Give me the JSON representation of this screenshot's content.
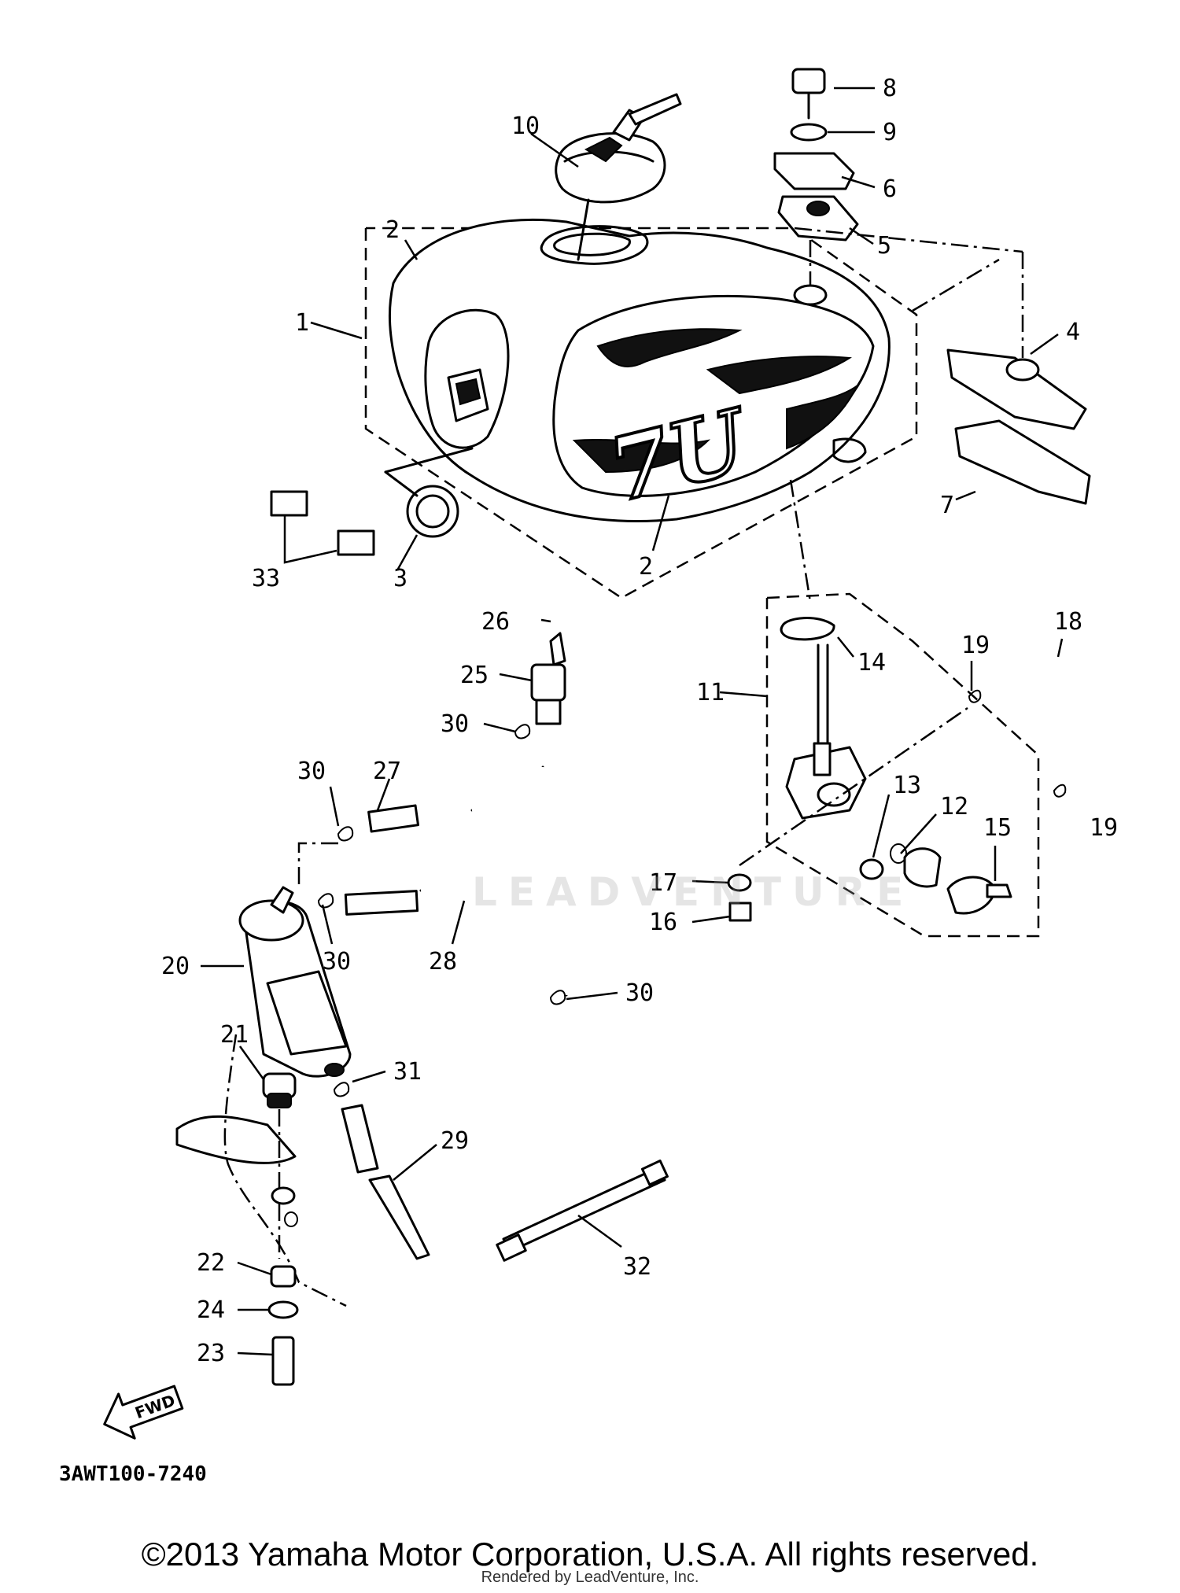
{
  "diagram": {
    "reference_code": "3AWT100-7240",
    "direction_marker": "FWD",
    "labels": [
      "1",
      "2",
      "2",
      "3",
      "4",
      "5",
      "6",
      "7",
      "8",
      "9",
      "10",
      "11",
      "12",
      "13",
      "14",
      "15",
      "16",
      "17",
      "18",
      "19",
      "19",
      "20",
      "21",
      "22",
      "23",
      "24",
      "25",
      "26",
      "27",
      "28",
      "29",
      "30",
      "30",
      "30",
      "30",
      "31",
      "32",
      "33"
    ]
  },
  "watermark": {
    "text": "LEADVENTURE"
  },
  "footer": {
    "copyright": "©2013 Yamaha Motor Corporation, U.S.A. All rights reserved.",
    "rendered_by": "Rendered by LeadVenture, Inc."
  }
}
